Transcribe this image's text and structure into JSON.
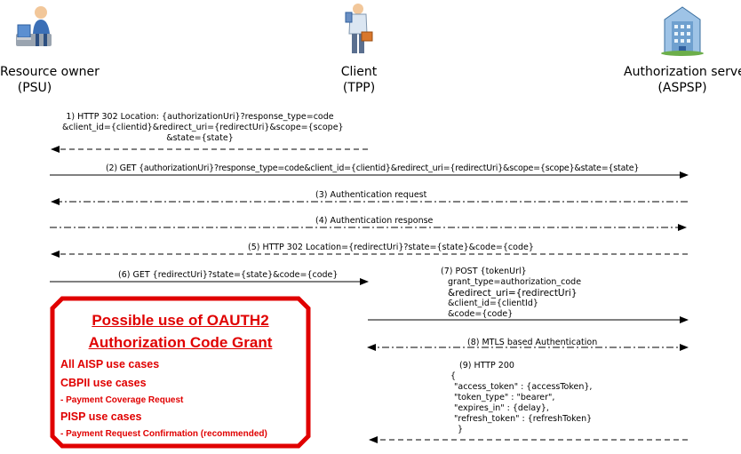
{
  "actors": {
    "resource_owner": {
      "line1": "Resource owner",
      "line2": "(PSU)",
      "icon": "person-at-computer-icon"
    },
    "client": {
      "line1": "Client",
      "line2": "(TPP)",
      "icon": "person-with-phone-and-briefcase-icon"
    },
    "authorization_server": {
      "line1": "Authorization server",
      "line2": "(ASPSP)",
      "icon": "office-building-icon"
    }
  },
  "messages": {
    "m1": {
      "line1": "1) HTTP 302 Location: {authorizationUri}?response_type=code",
      "line2": "&client_id={clientid}&redirect_uri={redirectUri}&scope={scope}",
      "line3": "&state={state}"
    },
    "m2": {
      "text": "(2) GET {authorizationUri}?response_type=code&client_id={clientid}&redirect_uri={redirectUri}&scope={scope}&state={state}"
    },
    "m3": {
      "text": "(3) Authentication request"
    },
    "m4": {
      "text": "(4) Authentication response"
    },
    "m5": {
      "text": "(5) HTTP 302 Location={redirectUri}?state={state}&code={code}"
    },
    "m6": {
      "text": "(6) GET {redirectUri}?state={state}&code={code}"
    },
    "m7": {
      "line1": "(7) POST {tokenUrl}",
      "line2": "grant_type=authorization_code",
      "line3": "&redirect_uri={redirectUri}",
      "line4": "&client_id={clientId}",
      "line5": "&code={code}"
    },
    "m8": {
      "text": "(8) MTLS based Authentication"
    },
    "m9": {
      "line1": "(9) HTTP 200",
      "line2": "{",
      "line3": "\"access_token\" : {accessToken},",
      "line4": "\"token_type\" : \"bearer\",",
      "line5": "\"expires_in\" : {delay},",
      "line6": "\"refresh_token\" : {refreshToken}",
      "line7": "}"
    }
  },
  "callout": {
    "title1": "Possible use of OAUTH2",
    "title2": "Authorization Code Grant",
    "items": [
      "All AISP use cases",
      "CBPII use cases",
      "- Payment Coverage Request",
      "PISP use cases",
      "- Payment Request Confirmation (recommended)"
    ],
    "color": "#e00000"
  }
}
